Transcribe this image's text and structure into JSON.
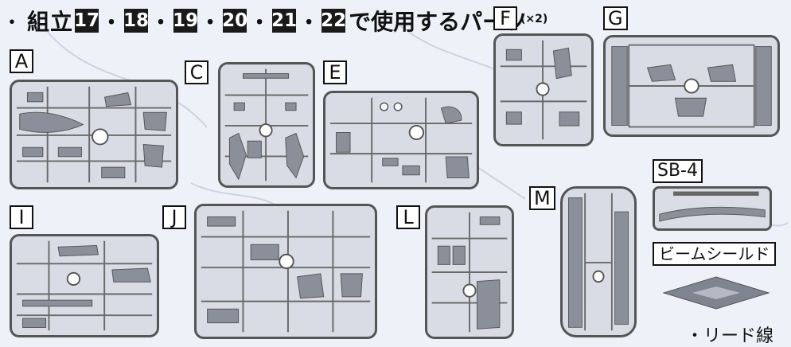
{
  "header": {
    "bullet": "・",
    "prefix": "組立",
    "steps": [
      "17",
      "18",
      "19",
      "20",
      "21",
      "22"
    ],
    "separator": "・",
    "suffix": "で使用するパーツ"
  },
  "runners": {
    "A": "A",
    "C": "C",
    "E": "E",
    "F": "F",
    "G": "G",
    "I": "I",
    "J": "J",
    "L": "L",
    "M": "M",
    "SB4": "SB-4"
  },
  "f_multiplier": "(×2)",
  "beam_shield_label": "ビームシールド",
  "lead_wire_label": "・リード線"
}
